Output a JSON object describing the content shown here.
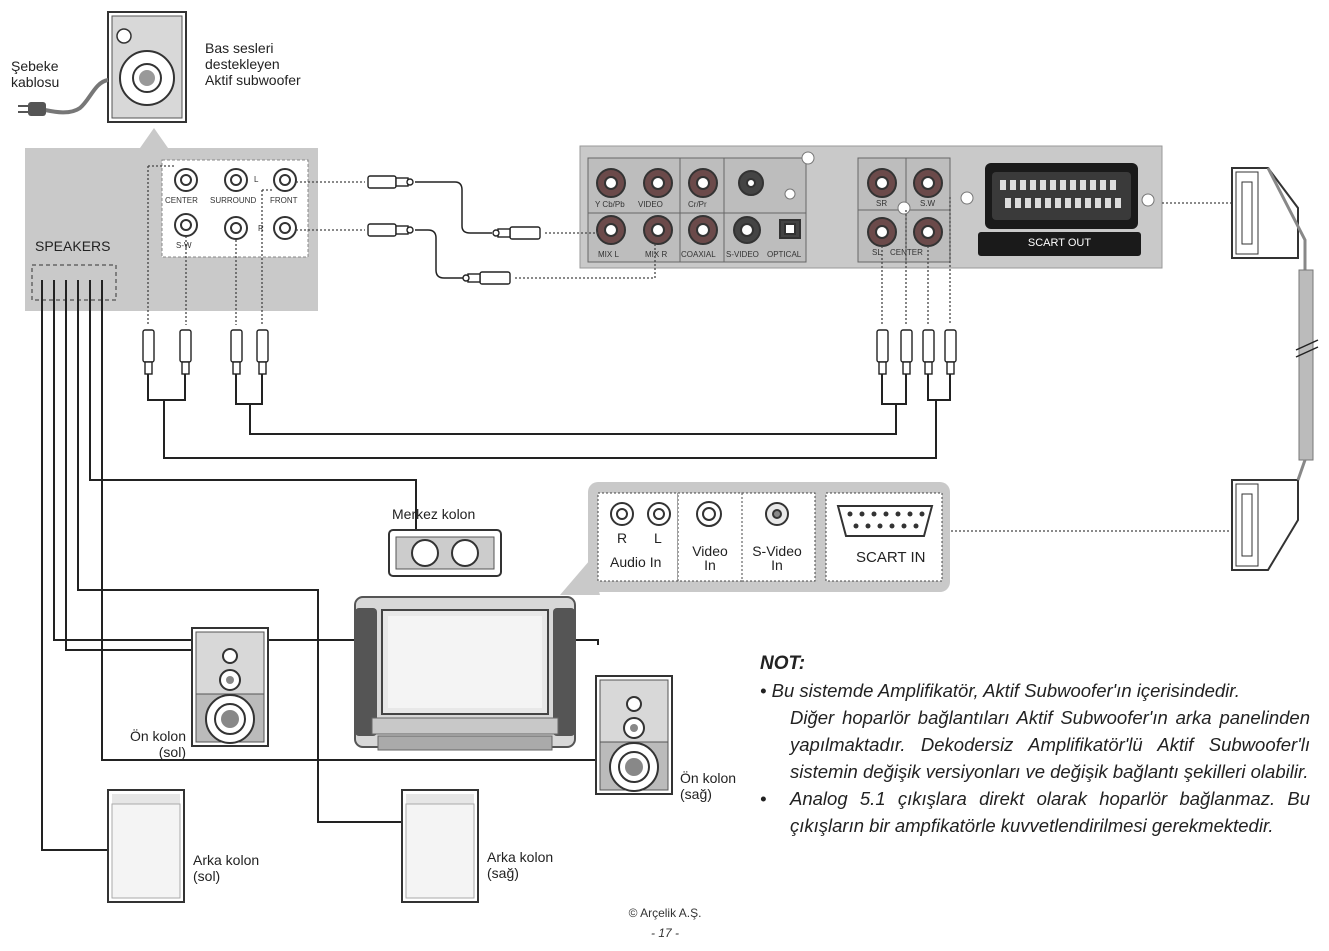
{
  "labels": {
    "power_cable": "Şebeke\nkablosu",
    "subwoofer": "Bas sesleri\ndestekleyen\nAktif subwoofer",
    "speakers": "SPEAKERS",
    "center_speaker": "Merkez kolon",
    "front_left": "Ön kolon\n(sol)",
    "front_right": "Ön kolon\n(sağ)",
    "rear_left": "Arka kolon\n(sol)",
    "rear_right": "Arka kolon\n(sağ)"
  },
  "sub_panel": {
    "center": "CENTER",
    "surround": "SURROUND",
    "front": "FRONT",
    "sw": "S-W",
    "l": "L",
    "r": "R"
  },
  "dvd_panel": {
    "y_cb_pb": "Y Cb/Pb",
    "video": "VIDEO",
    "cr_pr": "Cr/Pr",
    "mix_l": "MIX L",
    "mix_r": "MIX R",
    "coaxial": "COAXIAL",
    "s_video": "S-VIDEO",
    "optical": "OPTICAL",
    "sr": "SR",
    "sw": "S.W",
    "sl": "SL",
    "center": "CENTER",
    "scart_out": "SCART OUT"
  },
  "tv_panel": {
    "r": "R",
    "l": "L",
    "audio_in": "Audio In",
    "video_in": "Video\nIn",
    "s_video_in": "S-Video\nIn",
    "scart_in": "SCART IN"
  },
  "note": {
    "title": "NOT:",
    "bullet1": "Bu sistemde Amplifikatör, Aktif Subwoofer'ın içerisindedir.",
    "bullet1_cont": "Diğer hoparlör bağlantıları Aktif Subwoofer'ın arka panelinden yapılmaktadır. Dekodersiz Amplifikatör'lü Aktif Subwoofer'lı sistemin değişik versiyonları ve değişik bağlantı şekilleri olabilir.",
    "bullet2": "Analog 5.1 çıkışlara direkt olarak hoparlör bağlanmaz. Bu çıkışların bir ampfikatörle kuvvetlendirilmesi gerekmektedir."
  },
  "footer": {
    "copyright": "© Arçelik A.Ş.",
    "page": "- 17 -"
  },
  "colors": {
    "panel_grey": "#c9c9c9",
    "dark_panel": "#a8a8a8",
    "line": "#222222"
  }
}
